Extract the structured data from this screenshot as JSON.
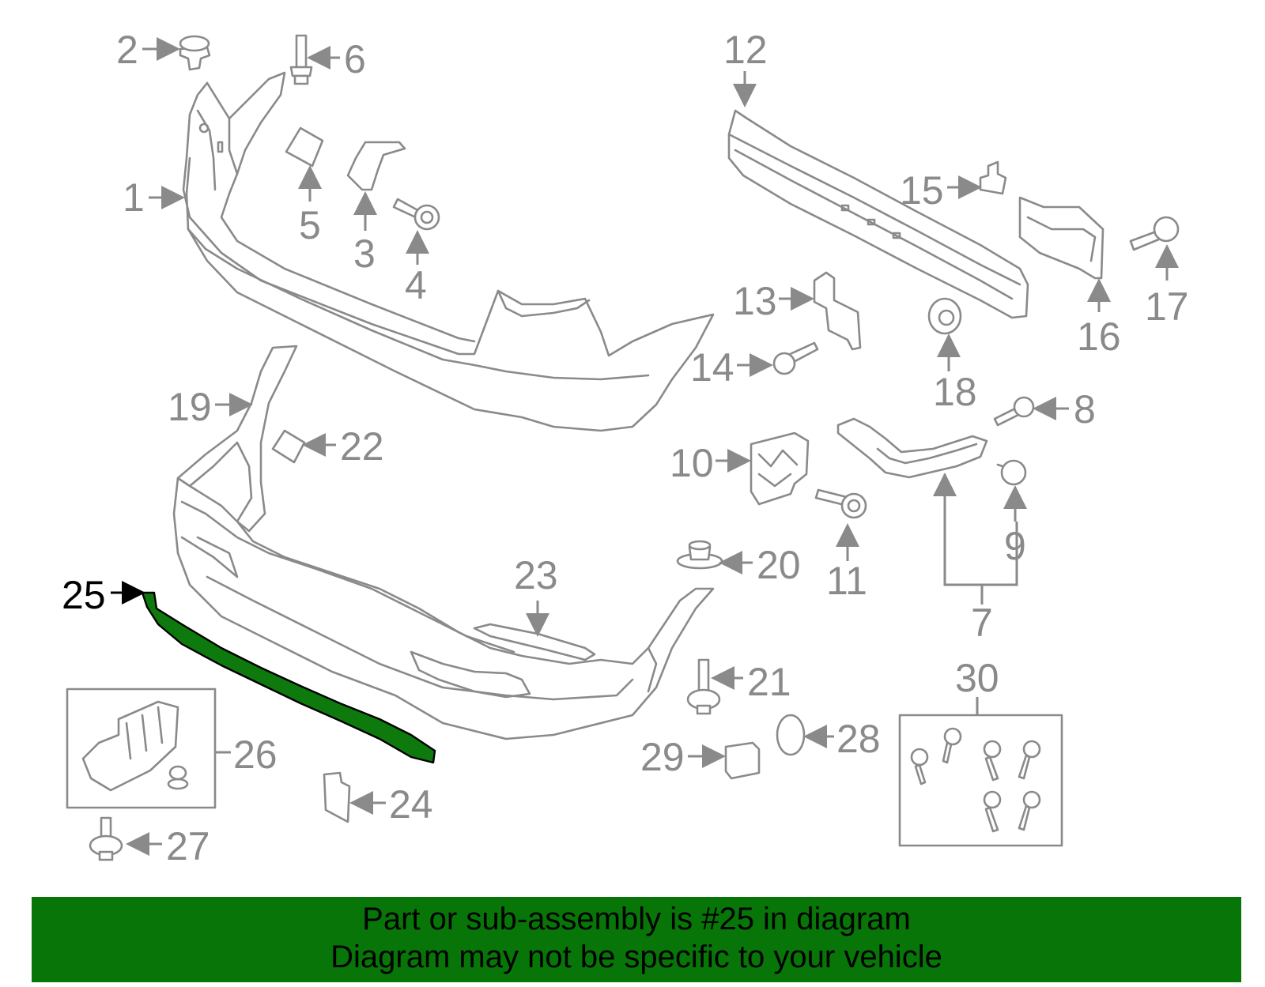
{
  "diagram": {
    "labels": {
      "p1": "1",
      "p2": "2",
      "p3": "3",
      "p4": "4",
      "p5": "5",
      "p6": "6",
      "p7": "7",
      "p8": "8",
      "p9": "9",
      "p10": "10",
      "p11": "11",
      "p12": "12",
      "p13": "13",
      "p14": "14",
      "p15": "15",
      "p16": "16",
      "p17": "17",
      "p18": "18",
      "p19": "19",
      "p20": "20",
      "p21": "21",
      "p22": "22",
      "p23": "23",
      "p24": "24",
      "p25": "25",
      "p26": "26",
      "p27": "27",
      "p28": "28",
      "p29": "29",
      "p30": "30"
    },
    "highlighted_part": "25",
    "highlight_color": "#0e7a0e"
  },
  "caption": {
    "line1": "Part or sub-assembly is #25 in diagram",
    "line2": "Diagram may not be specific to your vehicle",
    "background": "#077507"
  }
}
